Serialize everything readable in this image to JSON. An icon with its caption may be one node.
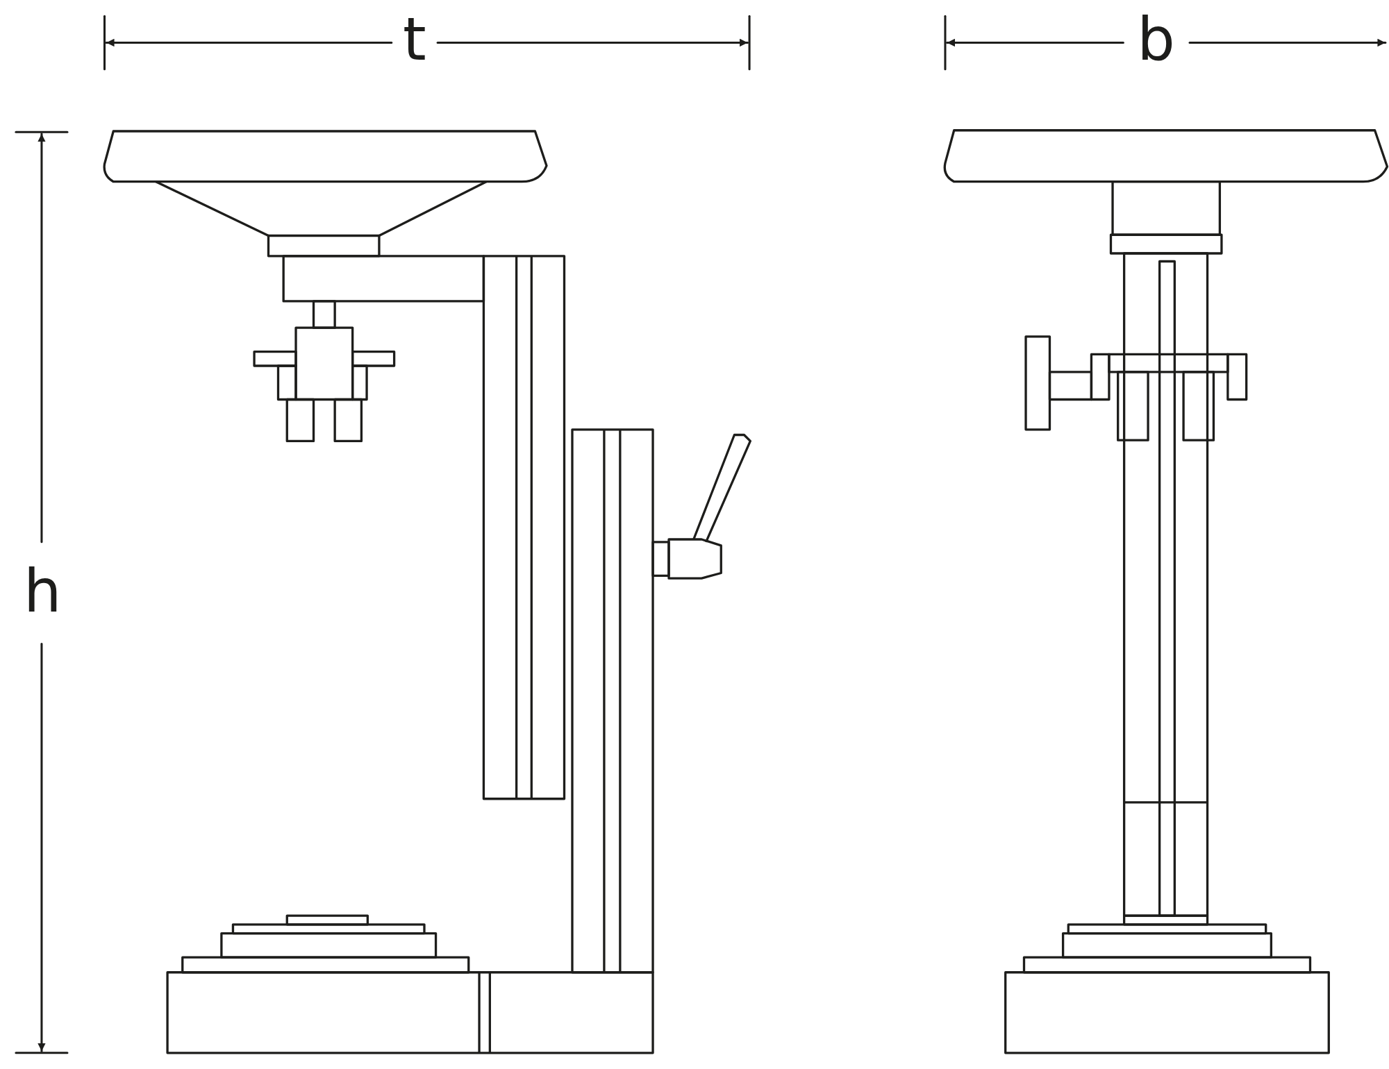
{
  "diagram": {
    "labels": [
      "t",
      "b",
      "h"
    ]
  }
}
